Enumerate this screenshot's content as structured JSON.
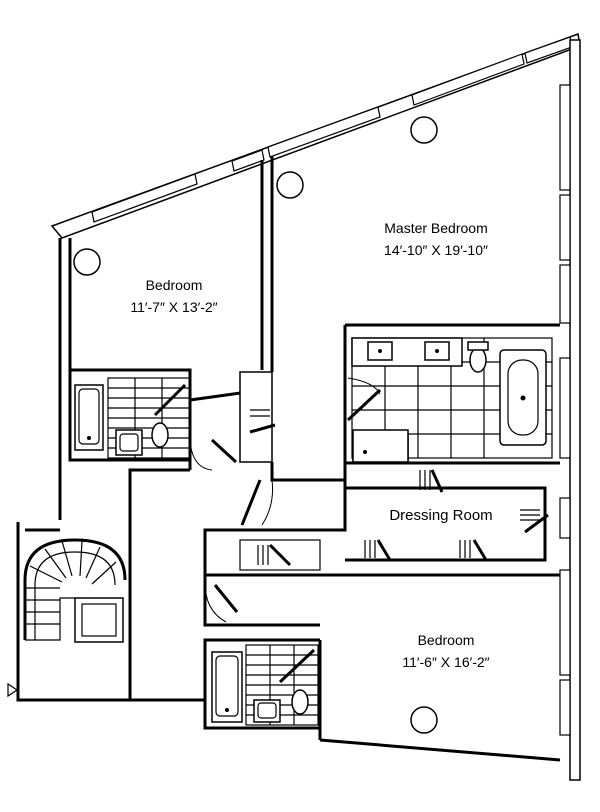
{
  "rooms": {
    "bedroom_1": {
      "name": "Bedroom",
      "size": "11′-7″ X 13′-2″"
    },
    "master_bedroom": {
      "name": "Master Bedroom",
      "size": "14′-10″ X 19′-10″"
    },
    "dressing_room": {
      "name": "Dressing Room"
    },
    "bedroom_2": {
      "name": "Bedroom",
      "size": "11′-6″ X 16′-2″"
    }
  },
  "icons": {
    "entry_marker": "triangle-arrow-icon",
    "column": "circle-column-icon"
  }
}
